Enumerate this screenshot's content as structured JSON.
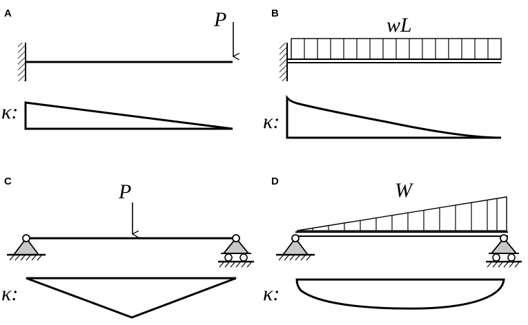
{
  "panels": {
    "a": {
      "letter": "A",
      "load_label": "P",
      "curvature_label": "κ:",
      "support": "fixed-wall",
      "load": "point-load-at-free-end"
    },
    "b": {
      "letter": "B",
      "load_label": "wL",
      "curvature_label": "κ:",
      "support": "fixed-wall",
      "load": "uniform-distributed-load"
    },
    "c": {
      "letter": "C",
      "load_label": "P",
      "curvature_label": "κ:",
      "support": "pin-and-roller",
      "load": "point-load-at-midspan"
    },
    "d": {
      "letter": "D",
      "load_label": "W",
      "curvature_label": "κ:",
      "support": "pin-and-roller",
      "load": "linearly-increasing-distributed-load"
    }
  },
  "colors": {
    "line": "#000000",
    "support_fill": "#c8c8c8",
    "background": "#ffffff"
  }
}
